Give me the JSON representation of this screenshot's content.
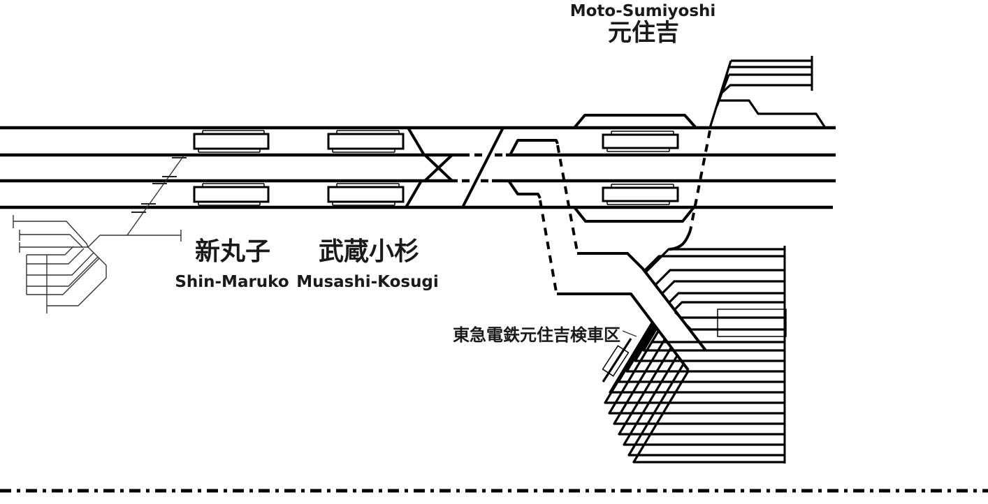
{
  "page": {
    "background": "#ffffff",
    "type": "track-diagram"
  },
  "stations": [
    {
      "id": "shin-maruko",
      "name_ja": "新丸子",
      "name_en": "Shin-Maruko"
    },
    {
      "id": "musashi-kosugi",
      "name_ja": "武蔵小杉",
      "name_en": "Musashi-Kosugi"
    },
    {
      "id": "moto-sumiyoshi",
      "name_ja": "元住吉",
      "name_en": "Moto-Sumiyoshi"
    }
  ],
  "facilities": {
    "depot_label": "東急電鉄元住吉検車区"
  },
  "colors": {
    "track": "#000000",
    "thin_track": "#333333",
    "background": "#ffffff"
  }
}
